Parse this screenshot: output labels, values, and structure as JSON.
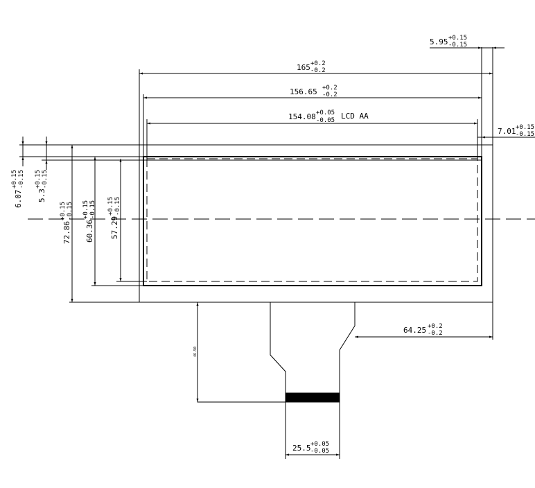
{
  "dimensions": {
    "overall_width": {
      "value": "165",
      "tol_upper": "+0.2",
      "tol_lower": "-0.2"
    },
    "glass_width": {
      "value": "156.65",
      "tol_upper": "+0.2",
      "tol_lower": "-0.2"
    },
    "active_width": {
      "value": "154.08",
      "tol_upper": "+0.05",
      "tol_lower": "-0.05",
      "suffix": "LCD AA"
    },
    "right_offset_top": {
      "value": "5.95",
      "tol_upper": "+0.15",
      "tol_lower": "-0.15"
    },
    "right_offset_aa": {
      "value": "7.01",
      "tol_upper": "+0.15",
      "tol_lower": "-0.15"
    },
    "top_offset_outer": {
      "value": "6.07",
      "tol_upper": "+0.15",
      "tol_lower": "-0.15"
    },
    "top_offset_inner": {
      "value": "5.3",
      "tol_upper": "+0.15",
      "tol_lower": "-0.15"
    },
    "overall_height": {
      "value": "72.86",
      "tol_upper": "+0.15",
      "tol_lower": "-0.15"
    },
    "glass_height": {
      "value": "60.36",
      "tol_upper": "+0.15",
      "tol_lower": "-0.15"
    },
    "active_height": {
      "value": "57.29",
      "tol_upper": "+0.15",
      "tol_lower": "-0.15"
    },
    "fpc_offset": {
      "value": "64.25",
      "tol_upper": "+0.2",
      "tol_lower": "-0.2"
    },
    "fpc_length": {
      "value": "46.50"
    },
    "connector_width": {
      "value": "25.5",
      "tol_upper": "+0.05",
      "tol_lower": "-0.05"
    }
  }
}
